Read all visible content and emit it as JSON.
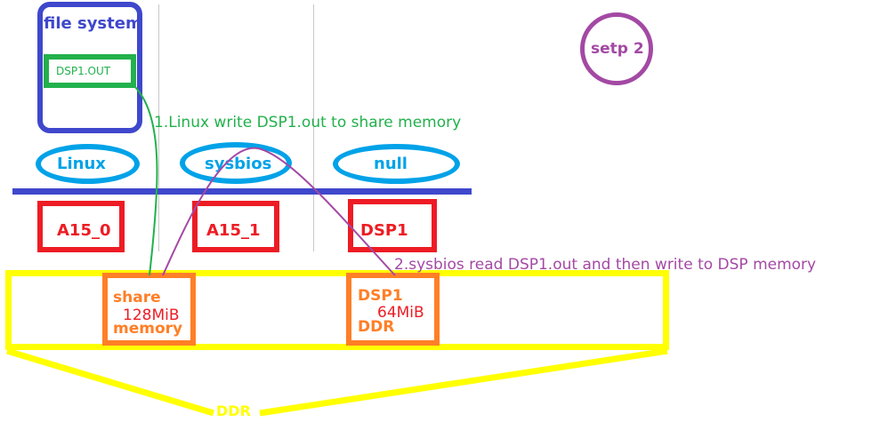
{
  "file_system": {
    "title": "file system",
    "file_label": "DSP1.OUT"
  },
  "os": {
    "linux": "Linux",
    "sysbios": "sysbios",
    "null": "null"
  },
  "cores": {
    "a15_0": "A15_0",
    "a15_1": "A15_1",
    "dsp1": "DSP1"
  },
  "memory": {
    "share_line1": "share",
    "share_size": "128MiB",
    "share_line2": "memory",
    "dsp_line1": "DSP1",
    "dsp_size": "64MiB",
    "dsp_line2": "DDR"
  },
  "ddr_label": "DDR",
  "step_label": "setp 2",
  "steps": {
    "step1": "1.Linux write DSP1.out to share memory",
    "step2": "2.sysbios read DSP1.out and then write to DSP memory"
  },
  "colors": {
    "file_system": "#3f48cc",
    "file": "#22b14c",
    "os": "#00a2e8",
    "core": "#ed1c24",
    "memory": "#ff7f27",
    "ddr": "#ffff00",
    "step": "#a349a4"
  }
}
